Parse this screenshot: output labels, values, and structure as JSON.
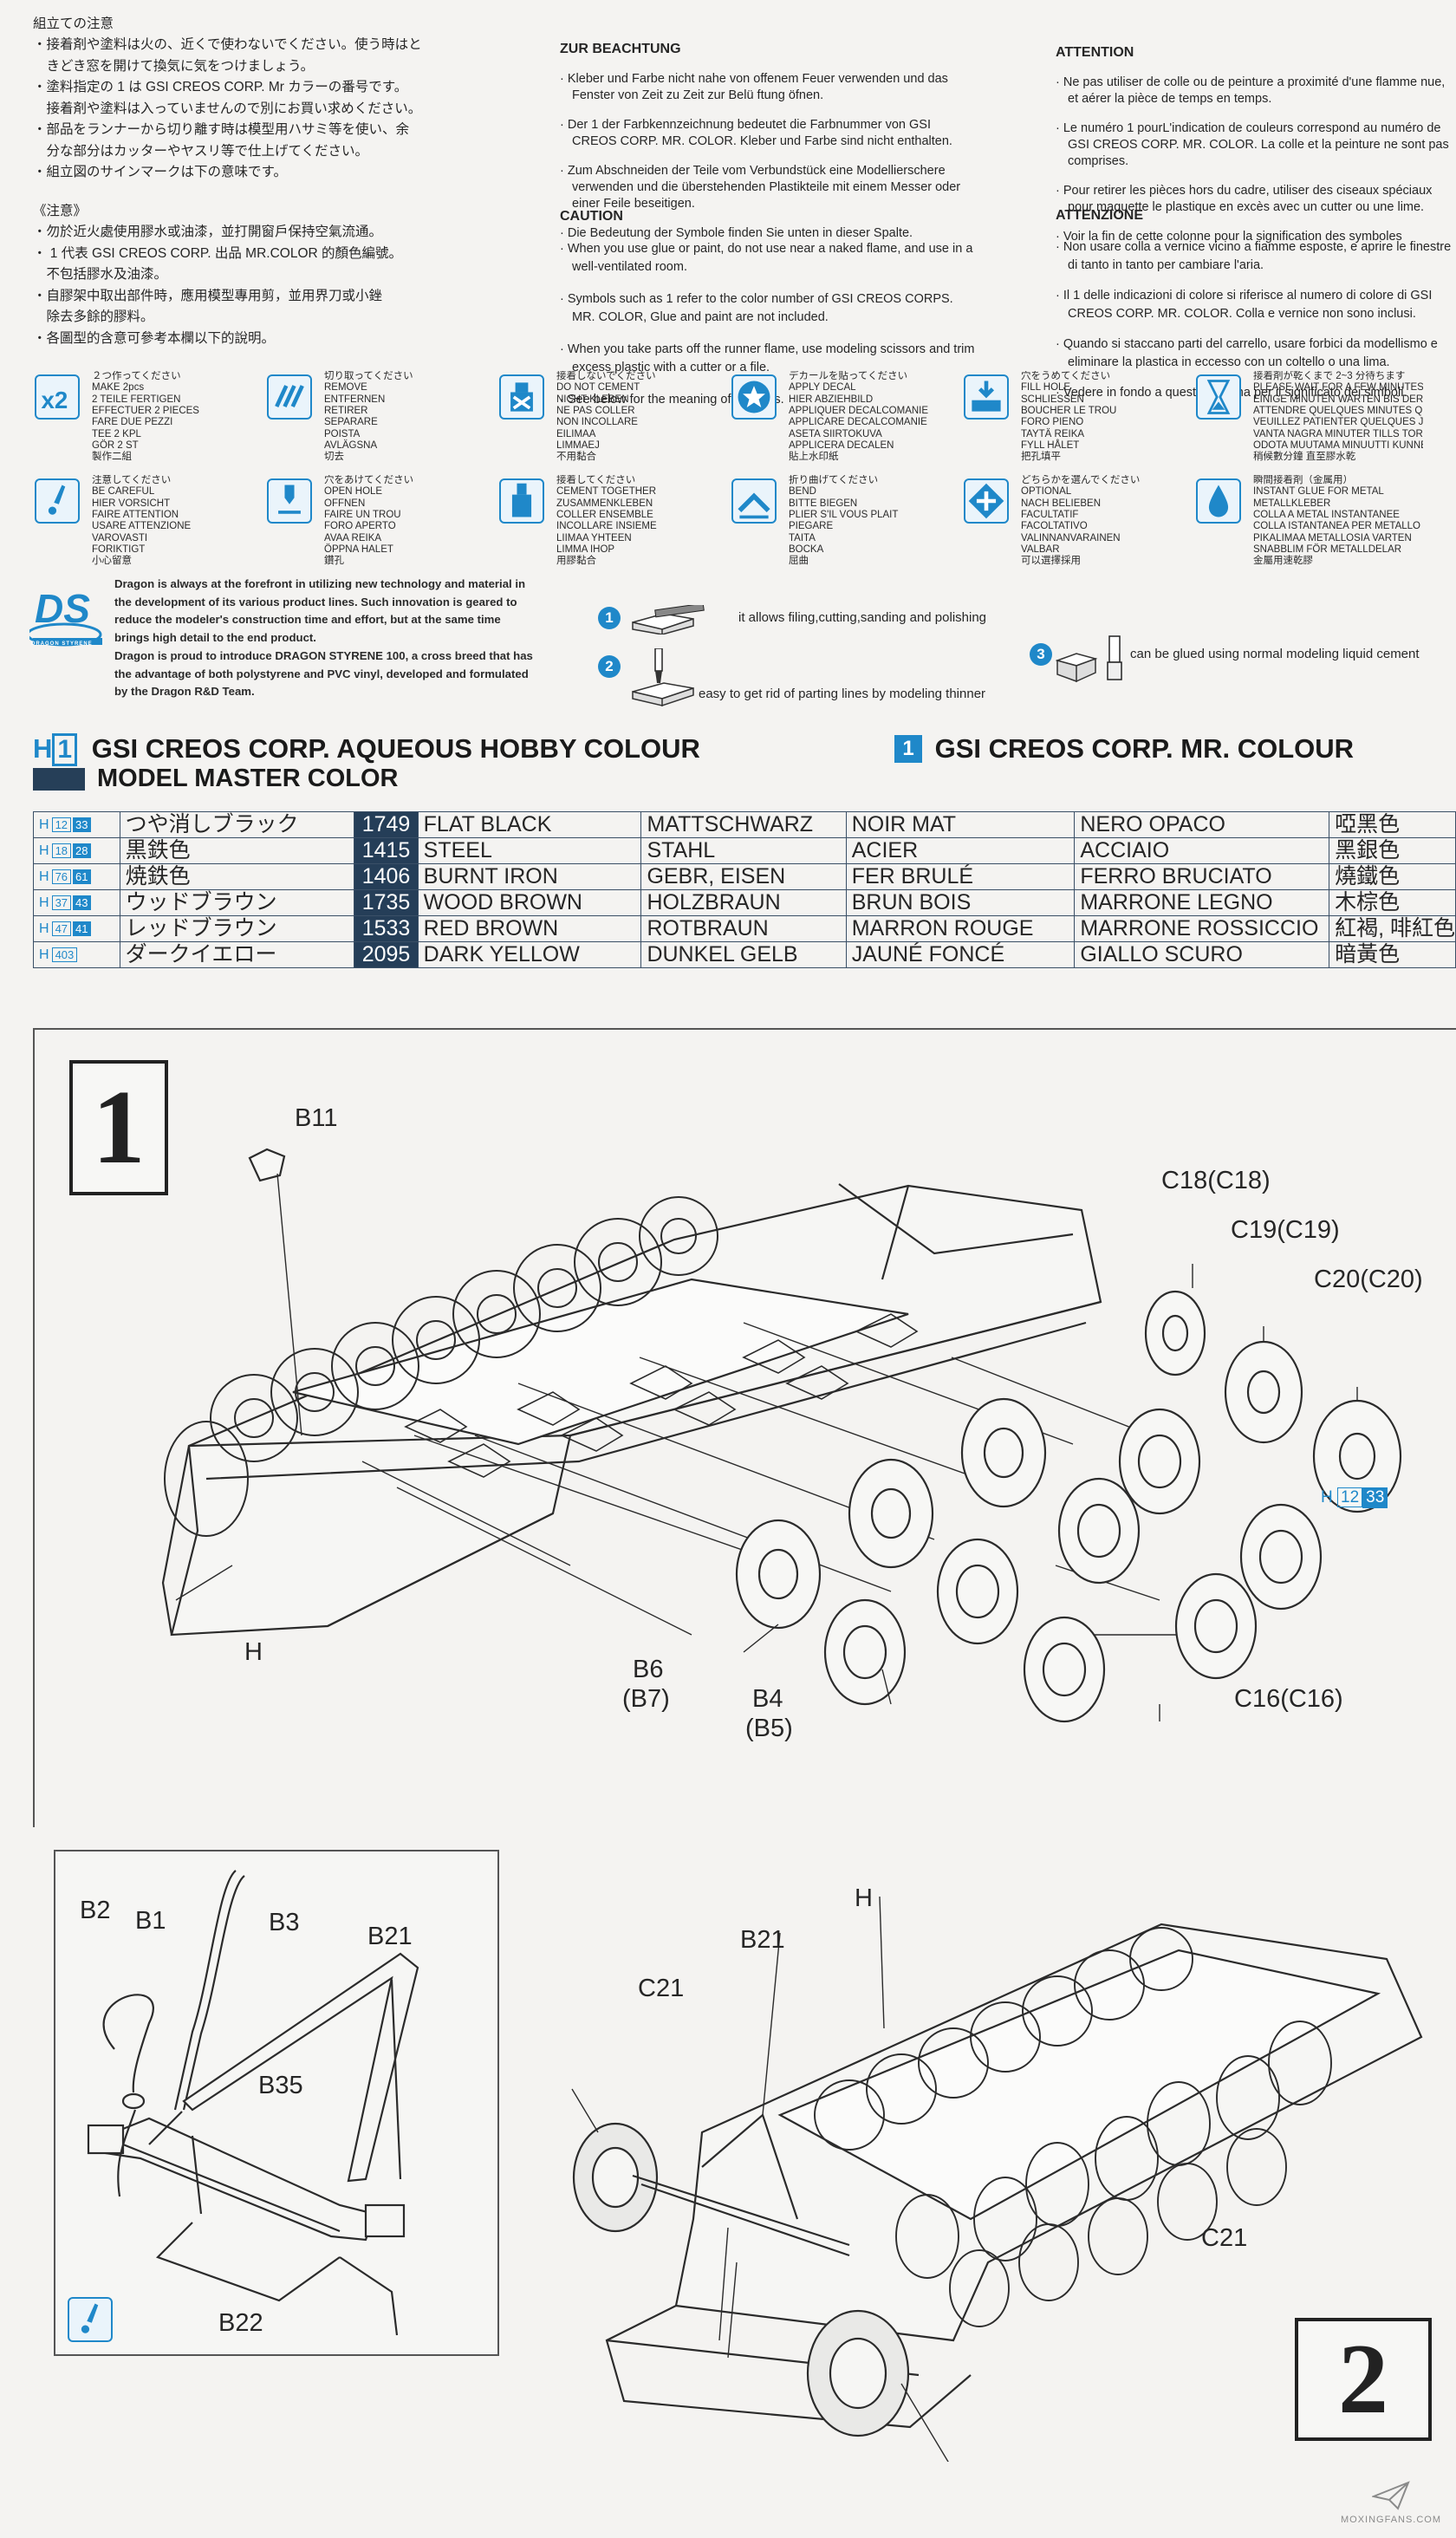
{
  "japanese_notes": {
    "title": "組立ての注意",
    "lines": [
      "・接着剤や塗料は火の、近くで使わないでください。使う時はと",
      "　きどき窓を開けて換気に気をつけましょう。",
      "・塗料指定の 1 は GSI CREOS CORP. Mr カラーの番号です。",
      "　接着剤や塗料は入っていませんので別にお買い求めください。",
      "・部品をランナーから切り離す時は模型用ハサミ等を使い、余",
      "　分な部分はカッターやヤスリ等で仕上げてください。",
      "・組立図のサインマークは下の意味です。"
    ]
  },
  "chinese_notes": {
    "title": "《注意》",
    "lines": [
      "・勿於近火處使用膠水或油漆，並打開窗戶保持空氣流通。",
      "・ 1 代表 GSI CREOS CORP. 出品 MR.COLOR 的顏色編號。",
      "　不包括膠水及油漆。",
      "・自膠架中取出部件時，應用模型專用剪，並用界刀或小銼",
      "　除去多餘的膠料。",
      "・各圖型的含意可參考本欄以下的說明。"
    ]
  },
  "german_notes": {
    "title": "ZUR BEACHTUNG",
    "items": [
      "Kleber und Farbe nicht nahe von offenem Feuer verwenden und das Fenster von Zeit zu Zeit zur Belü ftung öfnen.",
      "Der 1 der Farbkennzeichnung bedeutet die Farbnummer von GSI CREOS CORP. MR. COLOR. Kleber und Farbe sind nicht enthalten.",
      "Zum Abschneiden der Teile vom Verbundstück eine Modellierschere verwenden und die überstehenden Plastikteile mit einem Messer oder einer Feile beseitigen.",
      "Die Bedeutung der Symbole finden Sie unten in dieser Spalte."
    ]
  },
  "english_notes": {
    "title": "CAUTION",
    "items": [
      "When you use glue or paint, do not use near a naked flame, and use in a well-ventilated room.",
      "Symbols such as 1 refer to the color number of GSI CREOS CORPS. MR. COLOR, Glue and paint are not included.",
      "When you take parts off the runner flame, use modeling scissors and trim excess plastic with a cutter or a file.",
      "See below for the meaning of symbols."
    ]
  },
  "french_notes": {
    "title": "ATTENTION",
    "items": [
      "Ne pas utiliser de colle ou de peinture a proximité d'une flamme nue, et aérer la pièce de temps en temps.",
      "Le numéro 1 pourL'indication de couleurs correspond au numéro de GSI CREOS CORP. MR. COLOR. La colle et la peinture ne sont pas comprises.",
      "Pour retirer les pièces hors du cadre, utiliser des ciseaux spéciaux pour maquette le plastique en excès avec un cutter ou une lime.",
      "Voir la fin de cette colonne pour la signification des symboles"
    ]
  },
  "italian_notes": {
    "title": "ATTENZIONE",
    "items": [
      "Non usare colla a vernice vicino a fiamme esposte, e aprire le finestre di tanto in tanto per cambiare l'aria.",
      "Il 1 delle indicazioni di colore si riferisce al numero di colore di GSI CREOS CORP. MR. COLOR. Colla e vernice non sono inclusi.",
      "Quando si staccano parti del carrello, usare forbici da modellismo e eliminare la plastica in eccesso con un coltello o una lima.",
      "Vedere in fondo a questa colonna per il significato dei simboli."
    ]
  },
  "symbols": [
    {
      "icon": "x2-make-two-icon",
      "text": "２つ作ってください\nMAKE 2pcs\n2 TEILE FERTIGEN\nEFFECTUER 2 PIECES\nFARE DUE PEZZI\nTEE 2 KPL\nGÖR 2 ST\n製作二組"
    },
    {
      "icon": "remove-cut-icon",
      "text": "切り取ってください\nREMOVE\nENTFERNEN\nRETIRER\nSEPARARE\nPOISTA\nAVLÄGSNA\n切去"
    },
    {
      "icon": "no-cement-icon",
      "text": "接着しないでください\nDO NOT CEMENT\nNICHT KLEBEN\nNE PAS COLLER\nNON INCOLLARE\nEILIMAA\nLIMMAEJ\n不用黏合"
    },
    {
      "icon": "apply-decal-star-icon",
      "text": "デカールを貼ってください\nAPPLY DECAL\nHIER ABZIEHBILD\nAPPLIQUER DECALCOMANIE\nAPPLICARE DECALCOMANIE\nASETA SIIRTOKUVA\nAPPLICERA DECALEN\n貼上水印紙"
    },
    {
      "icon": "fill-hole-icon",
      "text": "穴をうめてください\nFILL HOLE\nSCHLIESSEN\nBOUCHER LE TROU\nFORO PIENO\nTAYTÄ REIKA\nFYLL HÅLET\n把孔填平"
    },
    {
      "icon": "hourglass-wait-icon",
      "text": "接着剤が乾くまで 2~3 分待ちます\nPLEASE WAIT FOR A FEW MINUTES UNTIL DR\nEINIGE MINUTEN WARTEN BIS DER KLEBSTOFF GETROCKNET IST\nATTENDRE QUELQUES MINUTES QUE LA COLLE SECHE\nVEUILLEZ PATIENTER QUELQUES JUSQU'AU SECHAGE\nVANTA NAGRA MINUTER TILLS TORR\nODOTA MUUTAMA MINUUTTI KUNNES KUIVUNUT\n稍候數分鐘 直至膠水乾"
    },
    {
      "icon": "be-careful-icon",
      "text": "注意してください\nBE CAREFUL\nHIER VORSICHT\nFAIRE ATTENTION\nUSARE ATTENZIONE\nVAROVASTI\nFORIKTIGT\n小心留意"
    },
    {
      "icon": "open-hole-drill-icon",
      "text": "穴をあけてください\nOPEN HOLE\nOFFNEN\nFAIRE UN TROU\nFORO APERTO\nAVAA REIKA\nÖPPNA HALET\n鑽孔"
    },
    {
      "icon": "cement-together-icon",
      "text": "接着してください\nCEMENT TOGETHER\nZUSAMMENKLEBEN\nCOLLER ENSEMBLE\nINCOLLARE INSIEME\nLIIMAA YHTEEN\nLIMMA IHOP\n用膠黏合"
    },
    {
      "icon": "bend-icon",
      "text": "折り曲げてください\nBEND\nBITTE BIEGEN\nPLIER S'IL VOUS PLAIT\nPIEGARE\nTAITA\nBOCKA\n屈曲"
    },
    {
      "icon": "optional-icon",
      "text": "どちらかを選んでください\nOPTIONAL\nNACH BELIEBEN\nFACULTATIF\nFACOLTATIVO\nVALINNANVARAINEN\nVALBAR\n可以選擇採用"
    },
    {
      "icon": "metal-glue-drop-icon",
      "text": "瞬間接着剤（金属用）\nINSTANT GLUE FOR METAL\nMETALLKLEBER\nCOLLA A METAL INSTANTANEE\nCOLLA ISTANTANEA PER METALLO\nPIKALIMAA METALLOSIA VARTEN\nSNABBLIM FÖR METALLDELAR\n金屬用速乾膠"
    }
  ],
  "dragon_styrene": {
    "logo": "DS",
    "logo_sub": "DRAGON STYRENE",
    "paragraph_lines": [
      "Dragon is always at the forefront in utilizing new technology and material in",
      "the development of its various  product lines. Such innovation is geared to",
      "reduce the modeler's construction time and effort, but at the same time",
      "brings high detail to the end product.",
      "Dragon is proud to introduce DRAGON STYRENE 100, a cross breed that has",
      "the advantage of both polystyrene and PVC vinyl, developed and formulated",
      "by the Dragon R&D Team."
    ],
    "feature1_num": "1",
    "feature1": "it allows filing,cutting,sanding and polishing",
    "feature2_num": "2",
    "feature2": "easy to get rid of parting lines by modeling thinner",
    "feature3_num": "3",
    "feature3": "can be glued using normal modeling liquid cement"
  },
  "color_guide": {
    "aqueous_prefix": "H",
    "aqueous_box": "1",
    "aqueous_title": "GSI CREOS CORP. AQUEOUS HOBBY COLOUR",
    "mr_box": "1",
    "mr_title": "GSI CREOS CORP. MR. COLOUR",
    "model_master_title": "MODEL MASTER COLOR",
    "rows": [
      {
        "h": "H",
        "h1": "12",
        "h2": "33",
        "jp": "つや消しブラック",
        "num": "1749",
        "en": "FLAT BLACK",
        "de": "MATTSCHWARZ",
        "fr": "NOIR MAT",
        "it": "NERO OPACO",
        "zh": "啞黑色"
      },
      {
        "h": "H",
        "h1": "18",
        "h2": "28",
        "jp": "黒鉄色",
        "num": "1415",
        "en": "STEEL",
        "de": "STAHL",
        "fr": "ACIER",
        "it": "ACCIAIO",
        "zh": "黑銀色"
      },
      {
        "h": "H",
        "h1": "76",
        "h2": "61",
        "jp": "焼鉄色",
        "num": "1406",
        "en": "BURNT IRON",
        "de": "GEBR, EISEN",
        "fr": "FER BRULÉ",
        "it": "FERRO BRUCIATO",
        "zh": "燒鐵色"
      },
      {
        "h": "H",
        "h1": "37",
        "h2": "43",
        "jp": "ウッドブラウン",
        "num": "1735",
        "en": "WOOD BROWN",
        "de": "HOLZBRAUN",
        "fr": "BRUN BOIS",
        "it": "MARRONE LEGNO",
        "zh": "木棕色"
      },
      {
        "h": "H",
        "h1": "47",
        "h2": "41",
        "jp": "レッドブラウン",
        "num": "1533",
        "en": "RED BROWN",
        "de": "ROTBRAUN",
        "fr": "MARRON ROUGE",
        "it": "MARRONE ROSSICCIO",
        "zh": "紅褐, 啡紅色"
      },
      {
        "h": "H",
        "h1": "403",
        "h2": "",
        "jp": "ダークイエロー",
        "num": "2095",
        "en": "DARK YELLOW",
        "de": "DUNKEL GELB",
        "fr": "JAUNÉ FONCÉ",
        "it": "GIALLO SCURO",
        "zh": "暗黃色"
      }
    ]
  },
  "step1": {
    "number": "1",
    "labels": {
      "b11": "B11",
      "c18": "C18(C18)",
      "c19": "C19(C19)",
      "c20": "C20(C20)",
      "h": "H",
      "b6": "B6",
      "b7": "(B7)",
      "b4": "B4",
      "b5": "(B5)",
      "c16": "C16(C16)"
    },
    "paint_prefix": "H",
    "paint_a": "12",
    "paint_b": "33"
  },
  "step2": {
    "number": "2",
    "inset_labels": {
      "b2": "B2",
      "b1": "B1",
      "b3": "B3",
      "b21": "B21",
      "b35": "B35",
      "b22": "B22"
    },
    "main_labels": {
      "h": "H",
      "b21": "B21",
      "c21a": "C21",
      "c21b": "C21"
    }
  },
  "watermark": "MOXINGFANS.COM",
  "colors": {
    "accent": "#1f88c9",
    "band": "#263f58",
    "ink": "#262626",
    "paper": "#f4f3f1"
  }
}
